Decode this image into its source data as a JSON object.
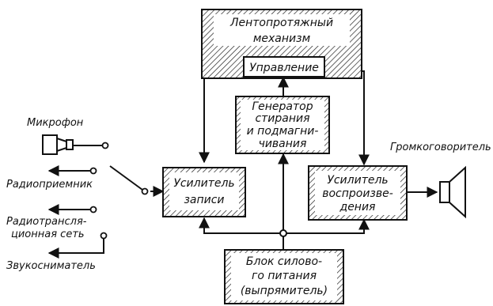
{
  "blocks": {
    "tape_mechanism": {
      "line1": "Лентопротяжный",
      "line2": "механизм"
    },
    "control": {
      "label": "Управление"
    },
    "erase_generator": {
      "line1": "Генератор",
      "line2": "стирания",
      "line3": "и подмагни-",
      "line4": "чивания"
    },
    "record_amp": {
      "line1": "Усилитель",
      "line2": "записи"
    },
    "playback_amp": {
      "line1": "Усилитель",
      "line2": "воспроизве-",
      "line3": "дения"
    },
    "power_supply": {
      "line1": "Блок силово-",
      "line2": "го питания",
      "line3": "(выпрямитель)"
    }
  },
  "inputs": {
    "microphone": "Микрофон",
    "radio_receiver": "Радиоприемник",
    "radio_network_line1": "Радиотрансля-",
    "radio_network_line2": "ционная сеть",
    "pickup": "Звукосниматель"
  },
  "outputs": {
    "loudspeaker": "Громкоговоритель"
  }
}
